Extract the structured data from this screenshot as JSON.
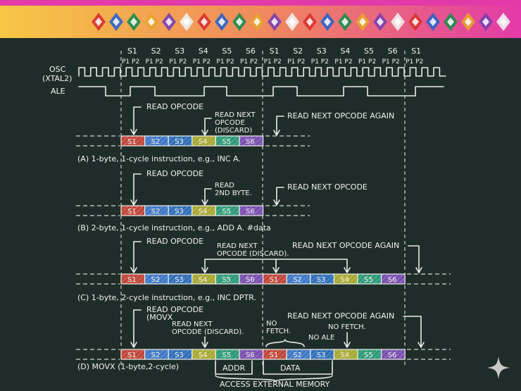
{
  "colors": {
    "board": "#1f2d2a",
    "header_gradient_left": "#f7c744",
    "header_gradient_right": "#e23aa8",
    "cell_colors": [
      "#c0463a",
      "#3f78c6",
      "#2f6fb8",
      "#a8a832",
      "#2e9a78",
      "#7a4fb0"
    ]
  },
  "header": {
    "icon": "embroidery-pattern-banner"
  },
  "timing": {
    "states": [
      "S1",
      "S2",
      "S3",
      "S4",
      "S5",
      "S6",
      "S1",
      "S2",
      "S3",
      "S4",
      "S5",
      "S6",
      "S1"
    ],
    "phase_pair": "P1 P2",
    "osc_label_line1": "OSC",
    "osc_label_line2": "(XTAL2)",
    "ale_label": "ALE"
  },
  "cells": [
    "S1",
    "S2",
    "S3",
    "S4",
    "S5",
    "S6"
  ],
  "sections": {
    "a": {
      "caption": "(A) 1-byte, 1-cycle instruction, e.g., INC A.",
      "read_opcode": "READ OPCODE",
      "next_line1": "READ NEXT",
      "next_line2": "OPCODE",
      "next_line3": "(DISCARD)",
      "again": "READ NEXT OPCODE AGAIN"
    },
    "b": {
      "caption": "(B) 2-byte, 1-cycle instruction, e.g., ADD A. #data",
      "read_opcode": "READ OPCODE",
      "read_line1": "READ",
      "read_line2": "2ND BYTE.",
      "next": "READ NEXT OPCODE"
    },
    "c": {
      "caption": "(C) 1-byte, 2-cycle instruction, e.g., INC DPTR.",
      "read_opcode": "READ OPCODE",
      "next_line1": "READ NEXT",
      "next_line2": "OPCODE (DISCARD).",
      "again": "READ NEXT OPCODE AGAIN"
    },
    "d": {
      "caption": "(D) MOVX (1-byte,2-cycle)",
      "read_line1": "READ OPCODE",
      "read_line2": "(MOVX",
      "next_line1": "READ NEXT",
      "next_line2": "OPCODE (DISCARD).",
      "no_fetch_line1": "NO",
      "no_fetch_line2": "FETCH.",
      "no_ale": "NO ALE",
      "again": "READ NEXT OPCODE AGAIN",
      "no_fetch2": "NO FETCH.",
      "addr": "ADDR",
      "data": "DATA",
      "access": "ACCESS EXTERNAL MEMORY"
    }
  }
}
